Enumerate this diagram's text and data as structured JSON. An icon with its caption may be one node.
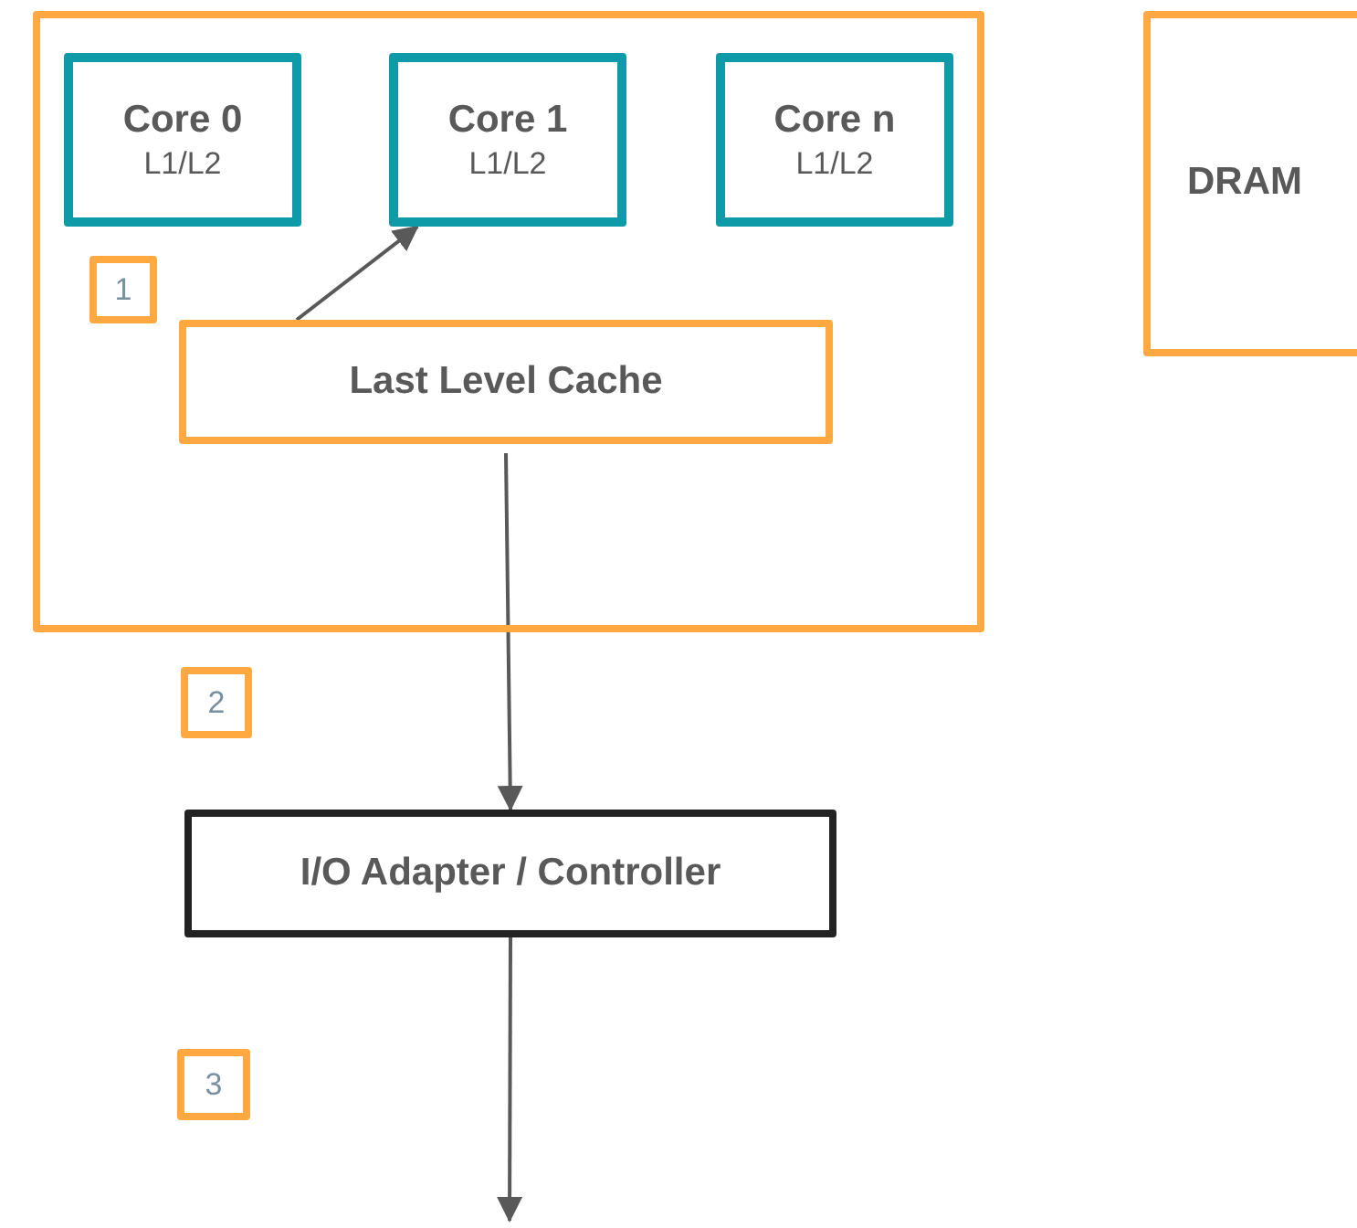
{
  "diagram": {
    "nodes": [
      {
        "text": [],
        "shape": "box"
      },
      {
        "text": [
          "Core 0",
          "L1/L2"
        ],
        "in": 0
      },
      {
        "text": [
          "Core 1",
          "L1/L2"
        ],
        "in": 0
      },
      {
        "text": [
          "Core n",
          "L1/L2"
        ],
        "in": 0
      },
      {
        "text": [
          "1"
        ],
        "in": 0
      },
      {
        "text": [
          "Last Level Cache"
        ],
        "in": 0
      },
      {
        "text": [
          "DRAM"
        ]
      },
      {
        "text": [
          "2"
        ]
      },
      {
        "text": [
          "I/O Adapter / Controller"
        ]
      },
      {
        "text": [
          "3"
        ]
      }
    ],
    "edges": [
      {
        "from": 5,
        "to": 2,
        "arrow": "to"
      },
      {
        "from": 5,
        "to": 8,
        "arrow": "to"
      },
      {
        "from": 8,
        "to": null,
        "arrow": "to"
      }
    ]
  }
}
